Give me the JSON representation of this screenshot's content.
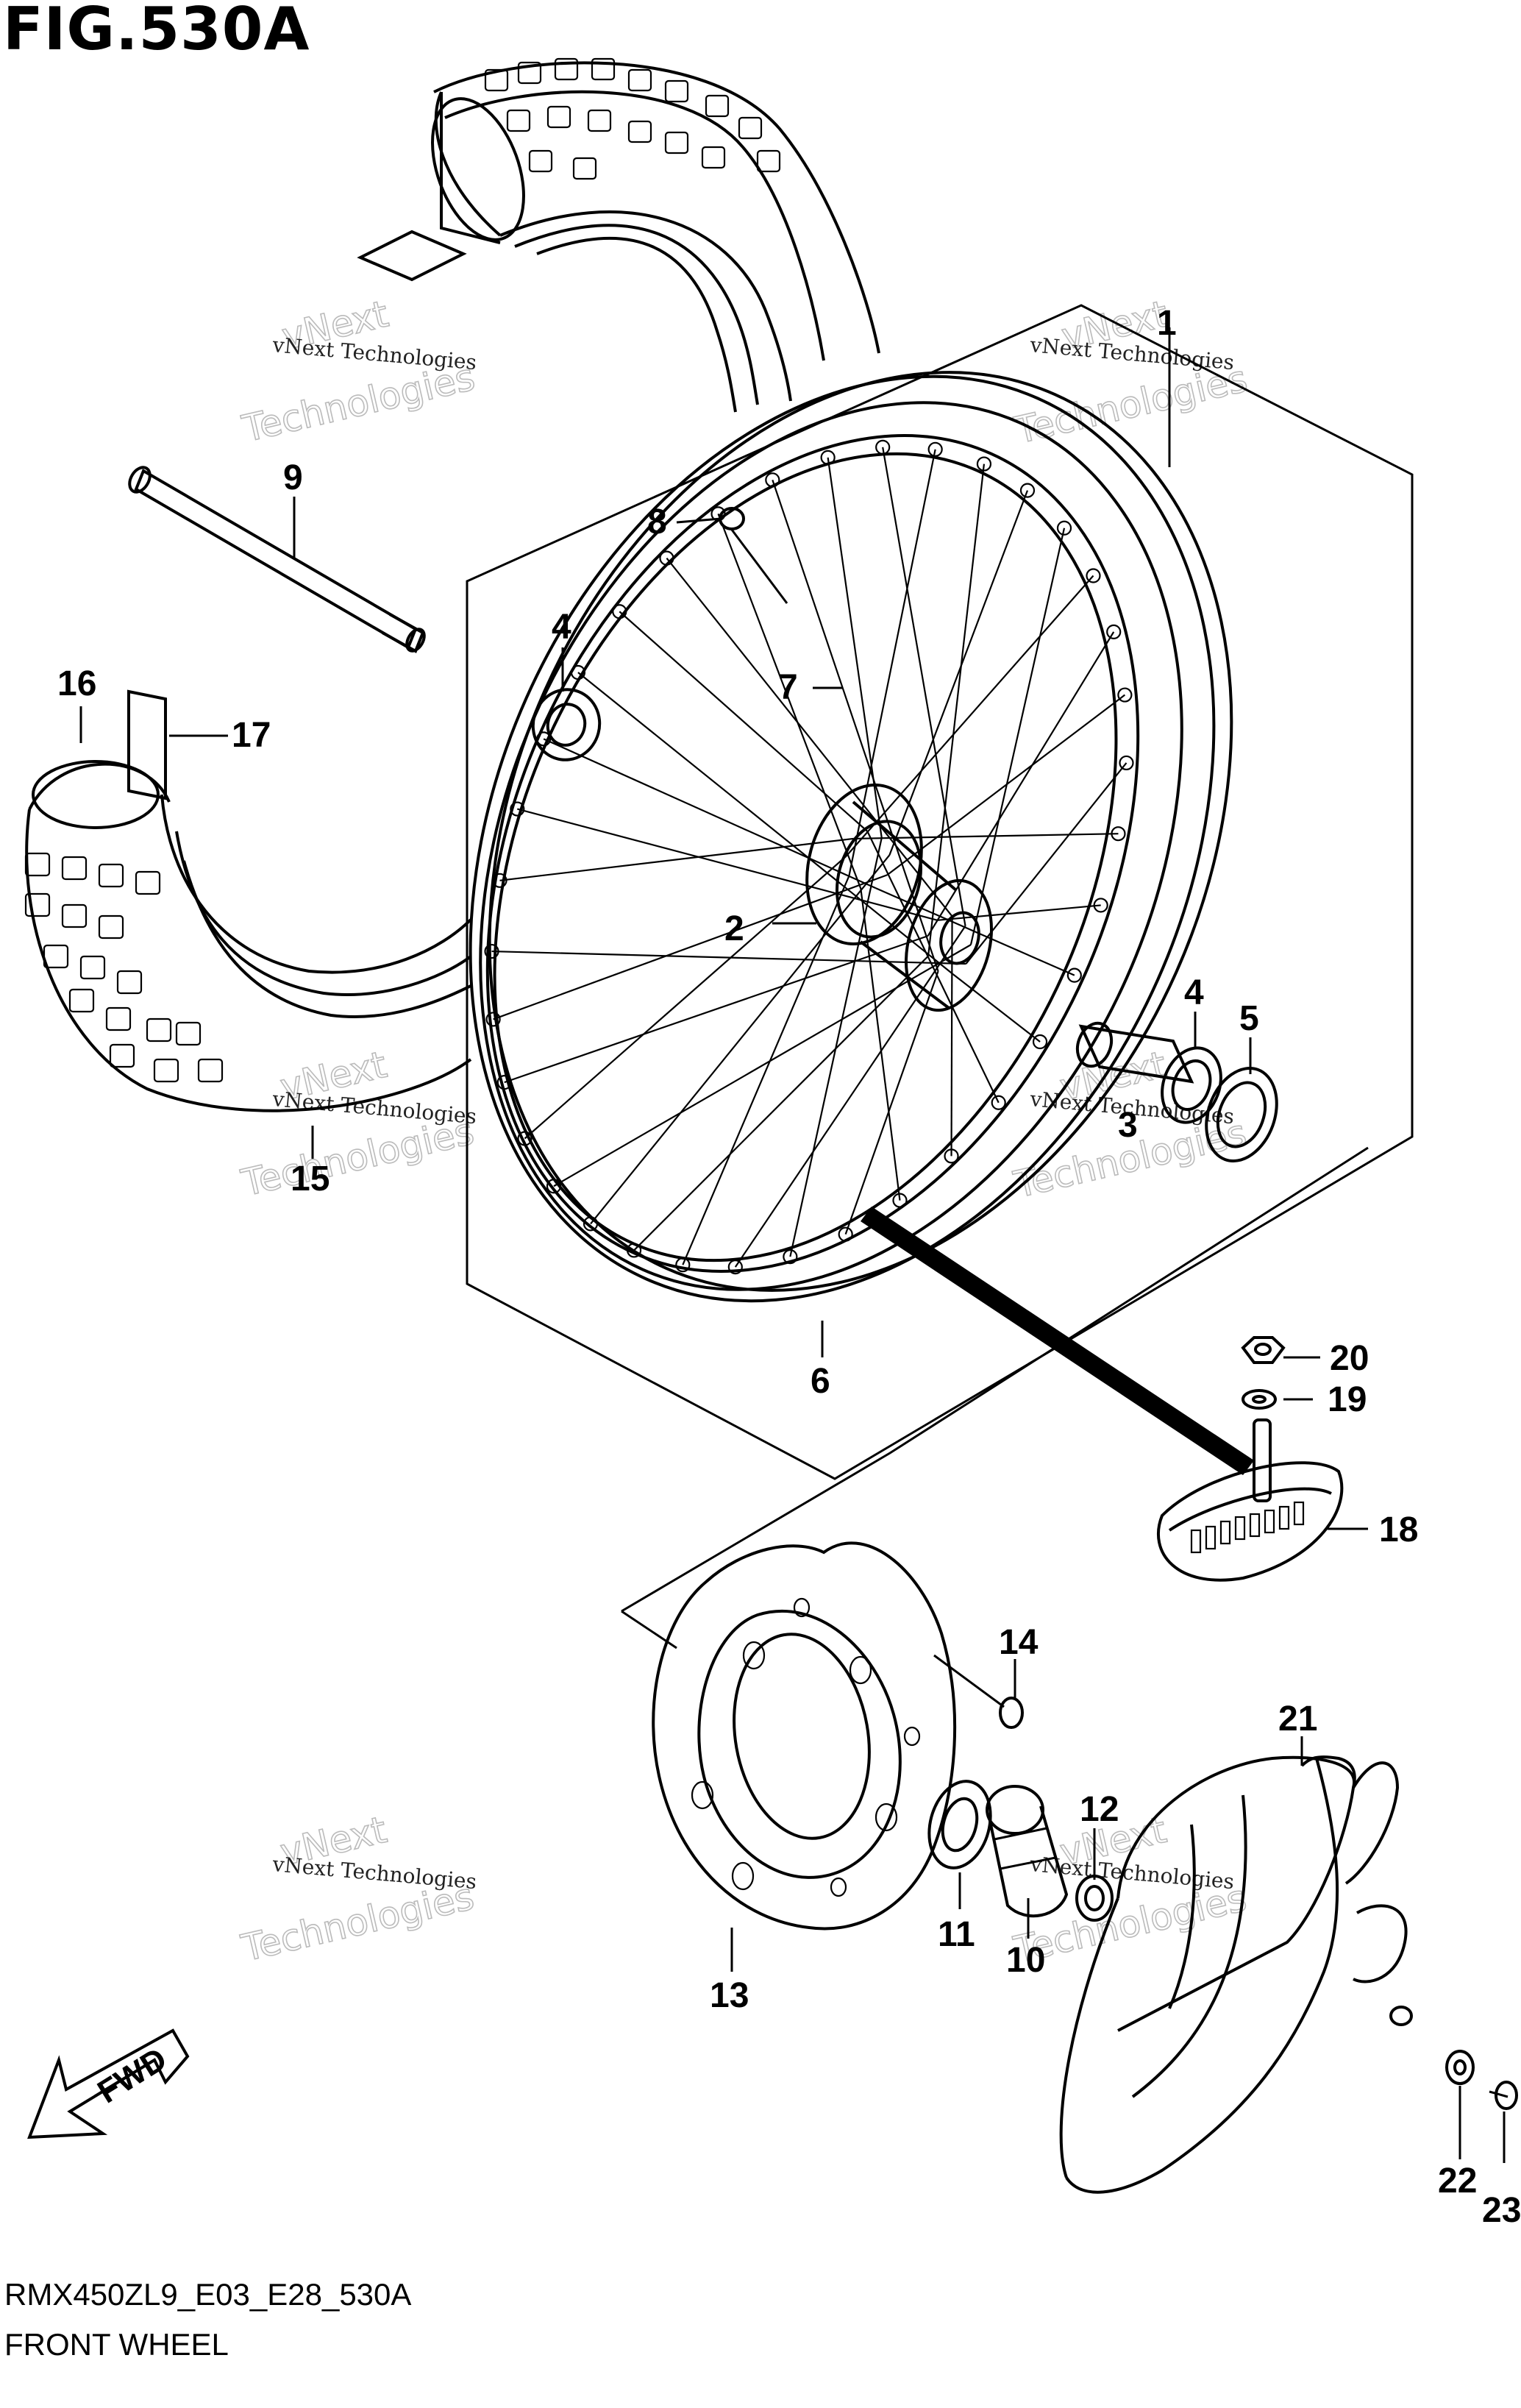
{
  "figure": {
    "title": "FIG.530A",
    "code": "RMX450ZL9_E03_E28_530A",
    "caption": "FRONT WHEEL",
    "fwd_label": "FWD"
  },
  "watermark": {
    "line_small": "vNext Technologies",
    "line_large_1": "vNext",
    "line_large_2": "Technologies"
  },
  "callouts": [
    "1",
    "2",
    "3",
    "4",
    "4",
    "5",
    "6",
    "7",
    "8",
    "9",
    "10",
    "11",
    "12",
    "13",
    "14",
    "15",
    "16",
    "17",
    "18",
    "19",
    "20",
    "21",
    "22",
    "23"
  ]
}
